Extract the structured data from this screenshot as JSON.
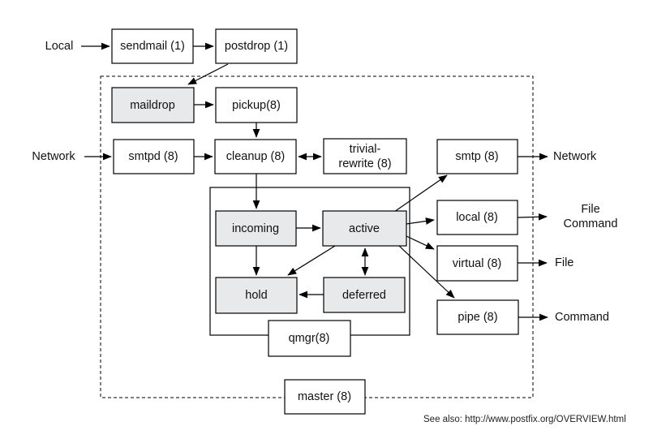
{
  "diagram": {
    "colors": {
      "queue_fill": "#e8e9ea",
      "process_fill": "#ffffff",
      "stroke": "#000000",
      "background": "#ffffff"
    },
    "nodes": {
      "sendmail": "sendmail (1)",
      "postdrop": "postdrop (1)",
      "maildrop": "maildrop",
      "pickup": "pickup(8)",
      "smtpd": "smtpd (8)",
      "cleanup": "cleanup (8)",
      "trivial_rewrite_line1": "trivial-",
      "trivial_rewrite_line2": "rewrite (8)",
      "smtp": "smtp (8)",
      "local": "local (8)",
      "virtual": "virtual (8)",
      "pipe": "pipe (8)",
      "incoming": "incoming",
      "active": "active",
      "hold": "hold",
      "deferred": "deferred",
      "qmgr": "qmgr(8)",
      "master": "master (8)"
    },
    "external_labels": {
      "local_source": "Local",
      "network_source": "Network",
      "network_dest": "Network",
      "file_command_dest_line1": "File",
      "file_command_dest_line2": "Command",
      "file_dest": "File",
      "command_dest": "Command"
    },
    "footer": "See also: http://www.postfix.org/OVERVIEW.html"
  }
}
